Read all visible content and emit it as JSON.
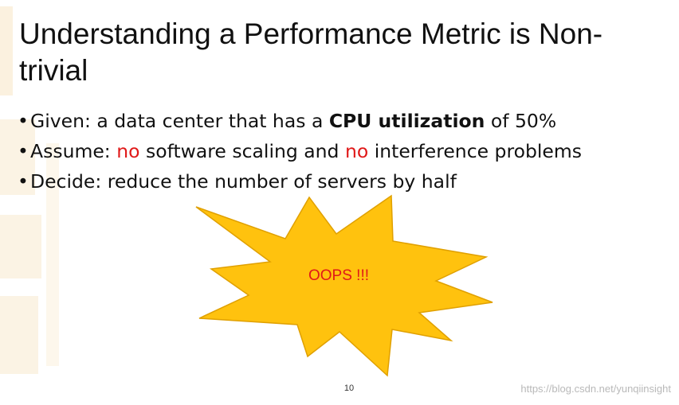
{
  "slide": {
    "title": "Understanding a Performance Metric is Non-trivial",
    "bullets": [
      {
        "label": "Given:",
        "parts": [
          {
            "text": " a data center that has a ",
            "style": "normal"
          },
          {
            "text": "CPU utilization",
            "style": "bold"
          },
          {
            "text": " of 50%",
            "style": "normal"
          }
        ]
      },
      {
        "label": "Assume:",
        "parts": [
          {
            "text": " ",
            "style": "normal"
          },
          {
            "text": "no",
            "style": "red"
          },
          {
            "text": " software scaling and ",
            "style": "normal"
          },
          {
            "text": "no",
            "style": "red"
          },
          {
            "text": " interference problems",
            "style": "normal"
          }
        ]
      },
      {
        "label": "Decide:",
        "parts": [
          {
            "text": " reduce the number of servers by half",
            "style": "normal"
          }
        ]
      }
    ],
    "callout": "OOPS !!!",
    "page_number": "10",
    "watermark": "https://blog.csdn.net/yunqiinsight"
  },
  "colors": {
    "text": "#111111",
    "highlight": "#e01818",
    "starburst_fill": "#ffc20e",
    "starburst_stroke": "#e0a000",
    "background_decor": "#fbf1df"
  },
  "icons": {
    "bullet": "•"
  }
}
